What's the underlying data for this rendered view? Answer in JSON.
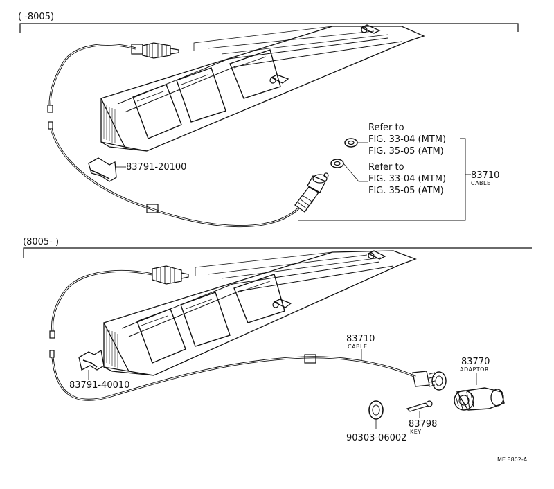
{
  "sections": {
    "top": {
      "range": "(       -8005)"
    },
    "bottom": {
      "range": "(8005-        )"
    }
  },
  "labels": {
    "bracket_top": "83791-20100",
    "bracket_bottom": "83791-40010",
    "refer_a_line1": "Refer to",
    "refer_a_line2": "FIG. 33-04 (MTM)",
    "refer_a_line3": "FIG. 35-05 (ATM)",
    "refer_b_line1": "Refer to",
    "refer_b_line2": "FIG. 33-04 (MTM)",
    "refer_b_line3": "FIG. 35-05 (ATM)",
    "cable_top_part": "83710",
    "cable_top_name": "CABLE",
    "cable_bottom_part": "83710",
    "cable_bottom_name": "CABLE",
    "adaptor_part": "83770",
    "adaptor_name": "ADAPTOR",
    "key_part": "83798",
    "key_name": "KEY",
    "washer_part": "90303-06002",
    "figure_code": "ME 8802-A"
  }
}
